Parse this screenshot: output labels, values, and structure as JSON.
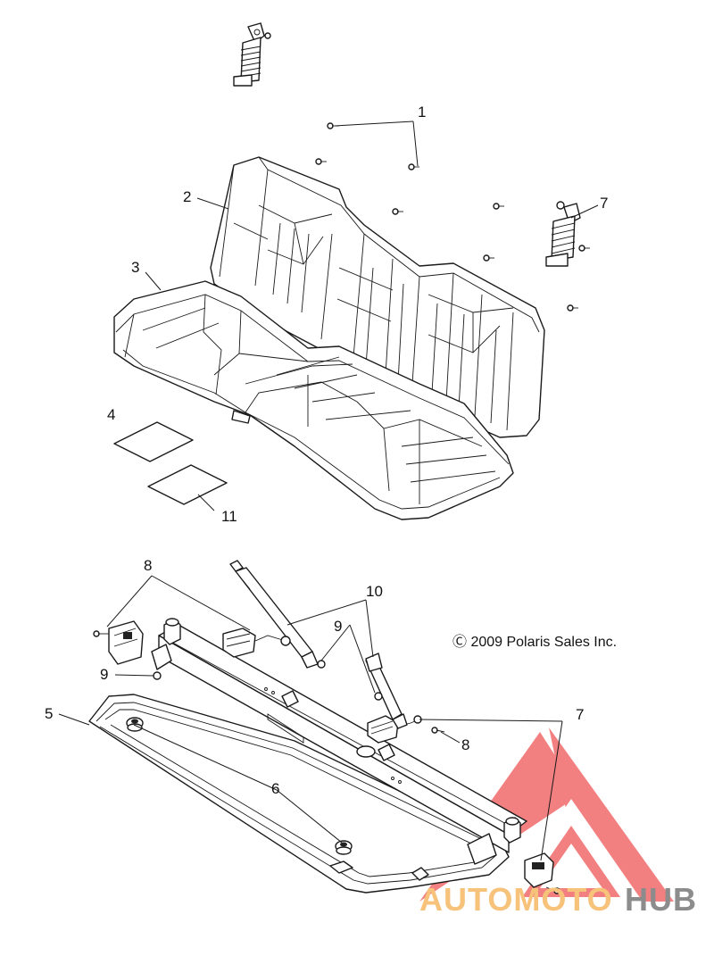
{
  "diagram": {
    "callouts": [
      {
        "id": "c1",
        "label": "1"
      },
      {
        "id": "c2",
        "label": "2"
      },
      {
        "id": "c3",
        "label": "3"
      },
      {
        "id": "c4",
        "label": "4"
      },
      {
        "id": "c5",
        "label": "5"
      },
      {
        "id": "c6",
        "label": "6"
      },
      {
        "id": "c7a",
        "label": "7"
      },
      {
        "id": "c7b",
        "label": "7"
      },
      {
        "id": "c8a",
        "label": "8"
      },
      {
        "id": "c8b",
        "label": "8"
      },
      {
        "id": "c9a",
        "label": "9"
      },
      {
        "id": "c9b",
        "label": "9"
      },
      {
        "id": "c10",
        "label": "10"
      },
      {
        "id": "c11",
        "label": "11"
      }
    ],
    "copyright": "Ⓒ 2009 Polaris Sales Inc."
  },
  "watermark": {
    "brand_part1": "AUTOMOTO",
    "brand_part2": "HUB",
    "colors": {
      "triangle": "#f26b6b",
      "part1": "#f7c27a",
      "part2": "#8c8c8c"
    }
  }
}
